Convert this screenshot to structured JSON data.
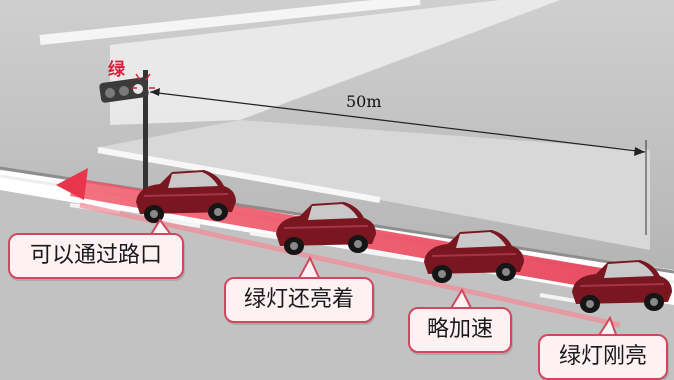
{
  "traffic_light": {
    "label": "绿"
  },
  "distance": {
    "label": "50m"
  },
  "callouts": {
    "pass_intersection": "可以通过路口",
    "green_still_on": "绿灯还亮着",
    "slight_acceleration": "略加速",
    "green_just_on": "绿灯刚亮"
  },
  "colors": {
    "road": "#bdbdbd",
    "sidewalk": "#e6e6e6",
    "path_highlight": "#e8364d",
    "car_body": "#7a1620",
    "callout_border": "#d2475f",
    "callout_fill": "#fdf1f3",
    "light_label": "#d8203a"
  }
}
